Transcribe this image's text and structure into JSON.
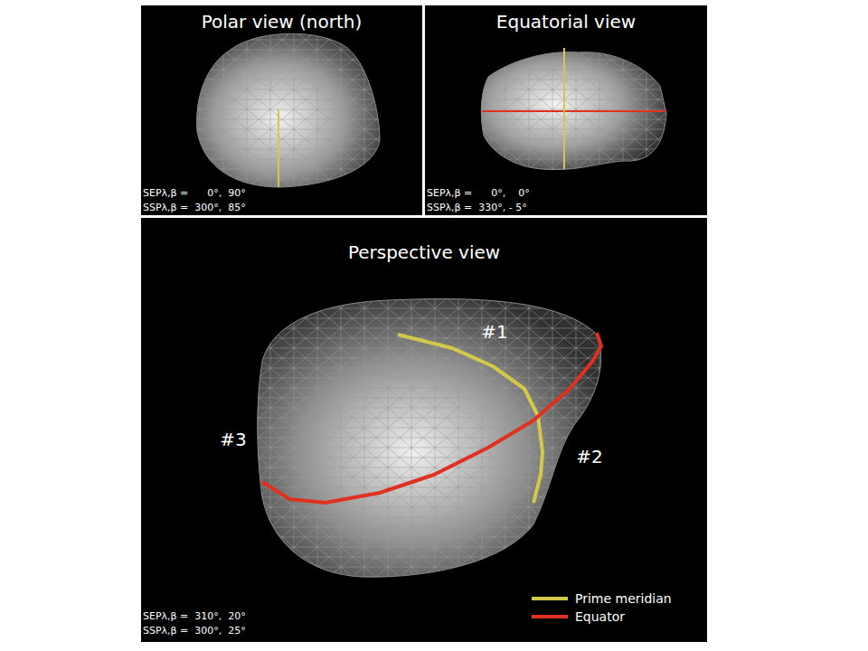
{
  "diagram": {
    "nodes": [
      {
        "text": [
          "Polar view (north)",
          "SEPλ,β =      0°,  90°",
          "SSPλ,β =  300°,  85°"
        ]
      },
      {
        "text": [
          "Equatorial view",
          "SEPλ,β =      0°,    0°",
          "SSPλ,β =  330°, - 5°"
        ]
      },
      {
        "text": [
          "Perspective view",
          "SEPλ,β =  310°,  20°",
          "SSPλ,β =  300°,  25°"
        ]
      }
    ],
    "labels": [
      "#1",
      "#2",
      "#3"
    ],
    "legend": [
      {
        "text": "Prime meridian"
      },
      {
        "text": "Equator"
      }
    ]
  }
}
